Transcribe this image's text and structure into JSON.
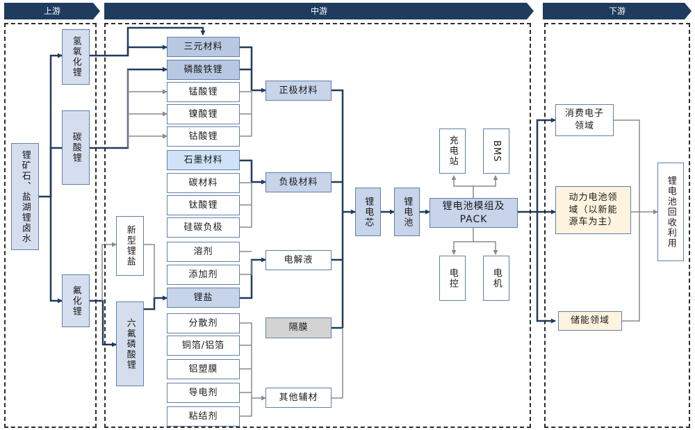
{
  "stages": {
    "upstream": "上游",
    "midstream": "中游",
    "downstream": "下游"
  },
  "upstream": {
    "source": "锂矿石、盐湖锂卤水",
    "lithium_hydroxide": "氢氧化锂",
    "lithium_carbonate": "碳酸锂",
    "lithium_fluoride": "氟化锂"
  },
  "salts": {
    "new_lithium_salt": "新型锂盐",
    "lipf6": "六氟磷酸锂"
  },
  "cathode_items": [
    "三元材料",
    "磷酸铁锂",
    "锰酸锂",
    "镍酸锂",
    "钴酸锂"
  ],
  "anode_items": [
    "石墨材料",
    "碳材料",
    "钛酸锂",
    "硅碳负极"
  ],
  "electrolyte_items": [
    "溶剂",
    "添加剂",
    "锂盐"
  ],
  "aux_items": [
    "分散剂",
    "铜箔/铝箔",
    "铝塑膜",
    "导电剂",
    "粘结剂"
  ],
  "materials": {
    "cathode": "正极材料",
    "anode": "负极材料",
    "electrolyte": "电解液",
    "separator": "隔膜",
    "auxiliary": "其他辅材"
  },
  "cell": "锂电芯",
  "battery": "锂电池",
  "pack": "锂电池模组及\nPACK",
  "pack_parts": {
    "charging_station": "充电站",
    "bms": "BMS",
    "electronic_control": "电控",
    "motor": "电机"
  },
  "applications": {
    "consumer": "消费电子\n领域",
    "power": "动力电池领\n域（以新能\n源车为主）",
    "storage": "储能领域"
  },
  "recycling": "锂电池回收利用",
  "colors": {
    "dark_line": "#1f3b5e",
    "grey_line": "#8a8a8a",
    "banner": "#1f3b5e"
  }
}
